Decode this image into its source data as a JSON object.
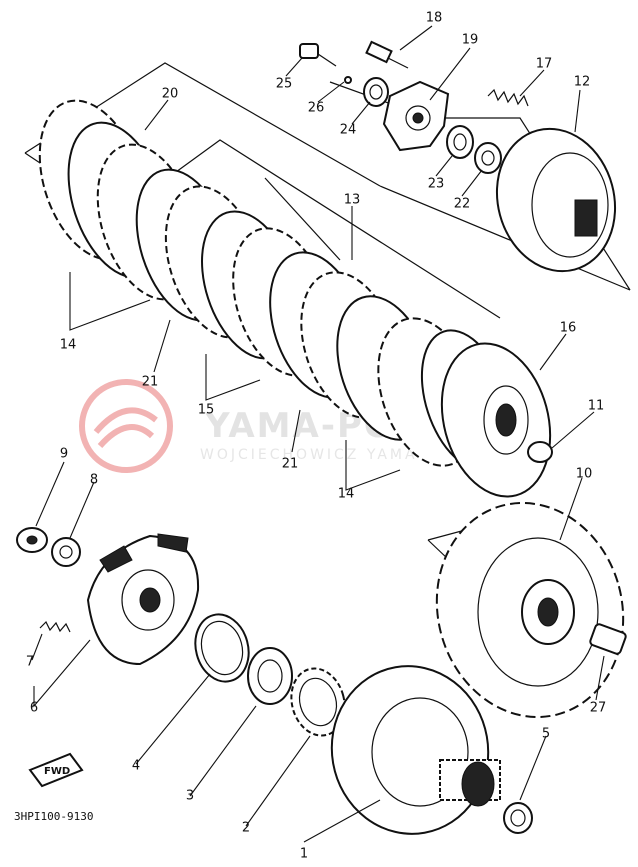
{
  "diagram_code": "3HPI100-9130",
  "fwd_label": "FWD",
  "watermark": {
    "brand": "YAMA-POL.PL",
    "subtitle": "WOJCIECHOWICZ YAMA-POL.PL",
    "logo_color": "#f2b3b3"
  },
  "callouts": [
    {
      "id": "c1",
      "label": "1"
    },
    {
      "id": "c2",
      "label": "2"
    },
    {
      "id": "c3",
      "label": "3"
    },
    {
      "id": "c4",
      "label": "4"
    },
    {
      "id": "c5",
      "label": "5"
    },
    {
      "id": "c6",
      "label": "6"
    },
    {
      "id": "c7",
      "label": "7"
    },
    {
      "id": "c8",
      "label": "8"
    },
    {
      "id": "c9",
      "label": "9"
    },
    {
      "id": "c10",
      "label": "10"
    },
    {
      "id": "c11",
      "label": "11"
    },
    {
      "id": "c12",
      "label": "12"
    },
    {
      "id": "c13",
      "label": "13"
    },
    {
      "id": "c14a",
      "label": "14"
    },
    {
      "id": "c14b",
      "label": "14"
    },
    {
      "id": "c15",
      "label": "15"
    },
    {
      "id": "c16",
      "label": "16"
    },
    {
      "id": "c17",
      "label": "17"
    },
    {
      "id": "c18",
      "label": "18"
    },
    {
      "id": "c19",
      "label": "19"
    },
    {
      "id": "c20",
      "label": "20"
    },
    {
      "id": "c21a",
      "label": "21"
    },
    {
      "id": "c21b",
      "label": "21"
    },
    {
      "id": "c22",
      "label": "22"
    },
    {
      "id": "c23",
      "label": "23"
    },
    {
      "id": "c24",
      "label": "24"
    },
    {
      "id": "c25",
      "label": "25"
    },
    {
      "id": "c26",
      "label": "26"
    },
    {
      "id": "c27",
      "label": "27"
    }
  ]
}
